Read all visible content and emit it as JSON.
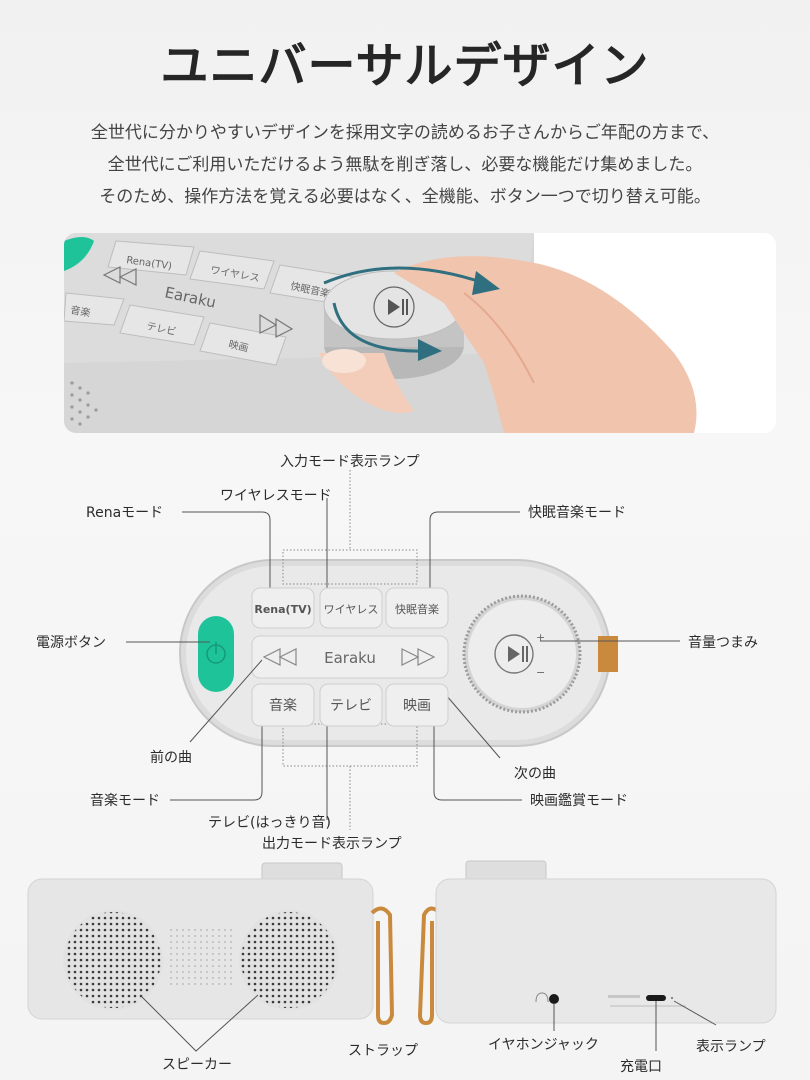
{
  "page": {
    "title": "ユニバーサルデザイン",
    "intro": [
      "全世代に分かりやすいデザインを採用文字の読めるお子さんからご年配の方まで、",
      "全世代にご利用いただけるよう無駄を削ぎ落し、必要な機能だけ集めました。",
      "そのため、操作方法を覚える必要はなく、全機能、ボタン一つで切り替え可能。"
    ]
  },
  "photo": {
    "keys": [
      "Rena(TV)",
      "ワイヤレス",
      "快眠音楽",
      "音楽",
      "テレビ",
      "映画"
    ],
    "brand": "Earaku"
  },
  "diagram": {
    "keys": {
      "rena": "Rena(TV)",
      "wireless": "ワイヤレス",
      "sleep": "快眠音楽",
      "music": "音楽",
      "tv": "テレビ",
      "movie": "映画",
      "brand": "Earaku"
    },
    "labels": {
      "input_lamp": "入力モード表示ランプ",
      "wireless_mode": "ワイヤレスモード",
      "rena_mode": "Renaモード",
      "sleep_mode": "快眠音楽モード",
      "power_button": "電源ボタン",
      "volume_knob": "音量つまみ",
      "prev_track": "前の曲",
      "next_track": "次の曲",
      "music_mode": "音楽モード",
      "movie_mode": "映画鑑賞モード",
      "tv_mode": "テレビ(はっきり音)",
      "output_lamp": "出力モード表示ランプ"
    }
  },
  "bottom": {
    "labels": {
      "speaker": "スピーカー",
      "strap": "ストラップ",
      "earphone_jack": "イヤホンジャック",
      "charge_port": "充電口",
      "indicator_lamp": "表示ランプ"
    }
  },
  "colors": {
    "power_green": "#1fc39a",
    "strap_tan": "#c98a3e",
    "arrow_teal": "#2f6f7f",
    "device_gray": "#e3e3e3"
  }
}
